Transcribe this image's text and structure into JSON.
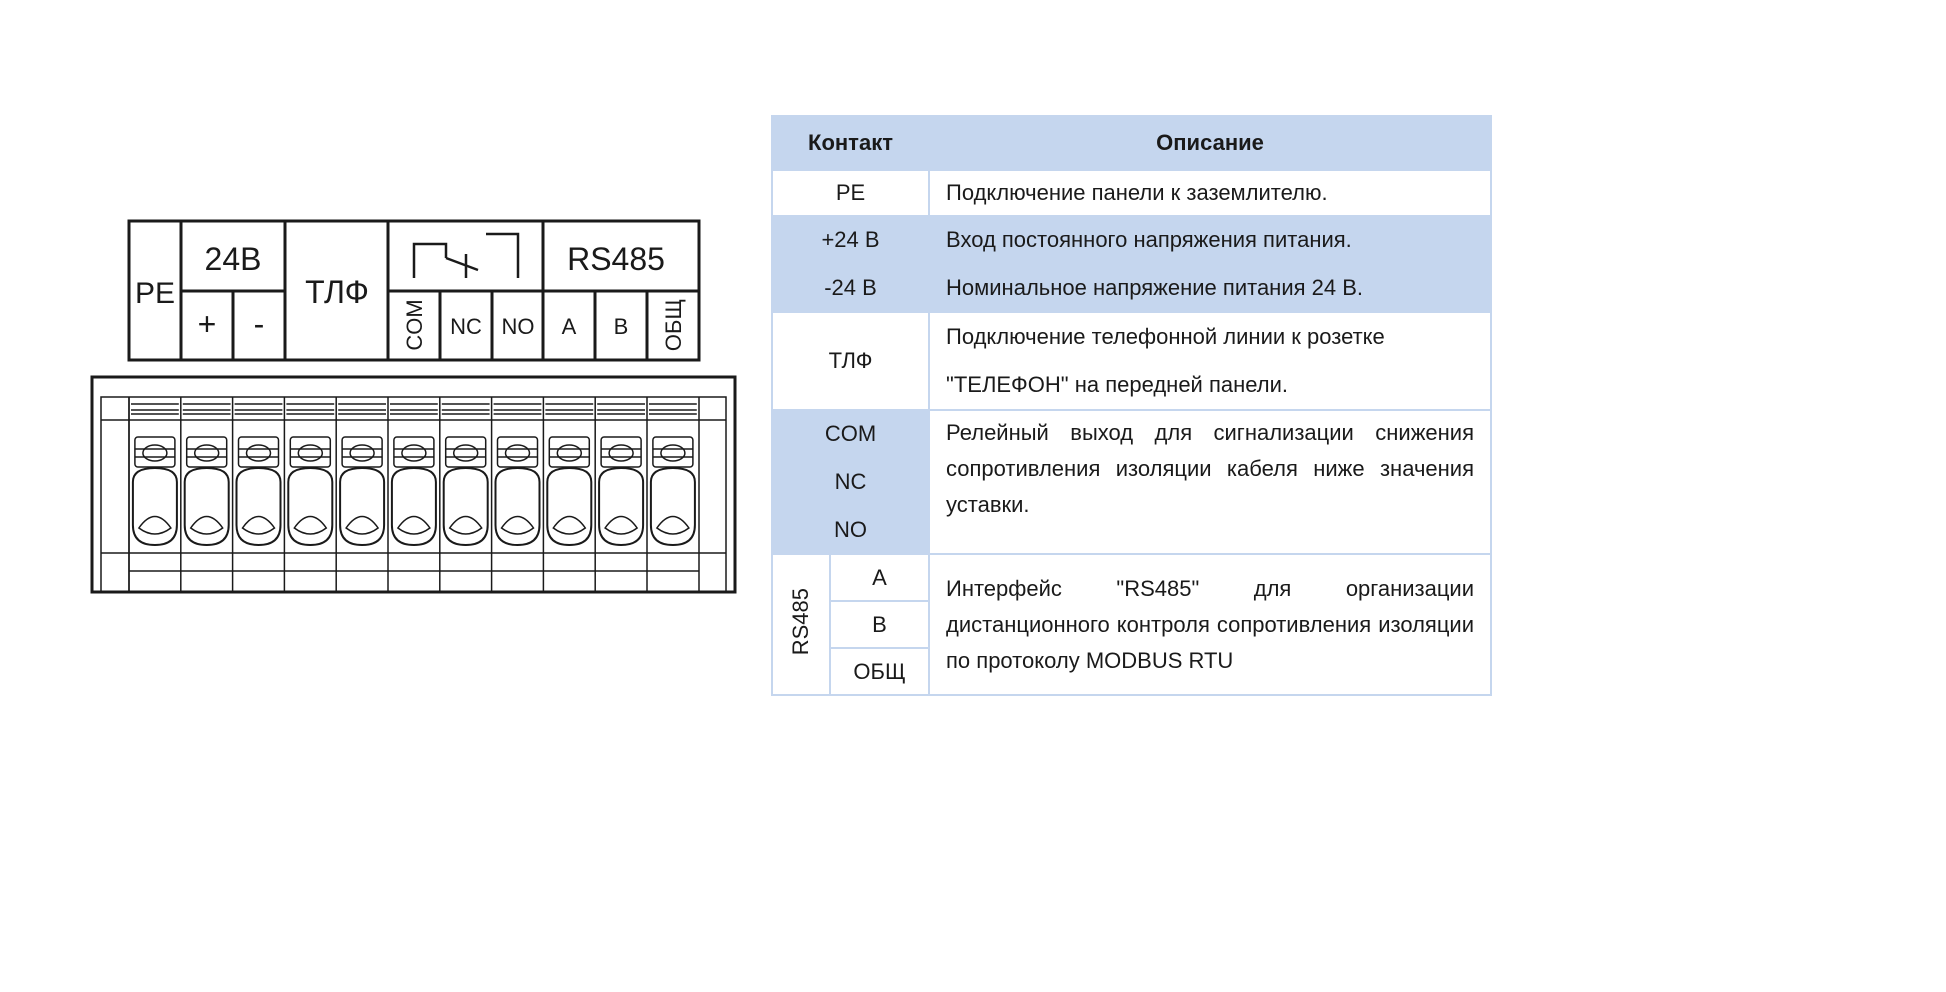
{
  "diagram": {
    "header_labels": {
      "pe": "PE",
      "v24": "24В",
      "plus": "+",
      "minus": "-",
      "tlf": "ТЛФ",
      "rs485": "RS485",
      "com": "COM",
      "nc": "NC",
      "no": "NO",
      "a": "A",
      "b": "B",
      "obsh": "ОБЩ"
    },
    "relay_icon": "relay-contact-icon",
    "terminal_count": 11
  },
  "table": {
    "header": {
      "contact": "Контакт",
      "description": "Описание"
    },
    "rows": {
      "pe": {
        "contact": "PE",
        "description": "Подключение панели к заземлителю."
      },
      "plus24": {
        "contact": "+24 В",
        "description": "Вход постоянного напряжения питания."
      },
      "minus24": {
        "contact": "-24 В",
        "description": "Номинальное напряжение питания 24 В."
      },
      "tlf": {
        "contact": "ТЛФ",
        "description": "Подключение телефонной линии к розетке \"ТЕЛЕФОН\" на передней панели."
      },
      "relay": {
        "contacts": [
          "COM",
          "NC",
          "NO"
        ],
        "description": "Релейный выход для сигнализации снижения сопротивления изоляции кабеля ниже значения уставки."
      },
      "rs485": {
        "group": "RS485",
        "contacts": [
          "A",
          "B",
          "ОБЩ"
        ],
        "description": "Интерфейс \"RS485\" для организации дистанционного контроля сопротивления изоляции по протоколу MODBUS RTU"
      }
    },
    "colors": {
      "header_bg": "#c5d6ee",
      "row_bg": "#c5d6ee",
      "border": "#c5d6ee"
    }
  }
}
